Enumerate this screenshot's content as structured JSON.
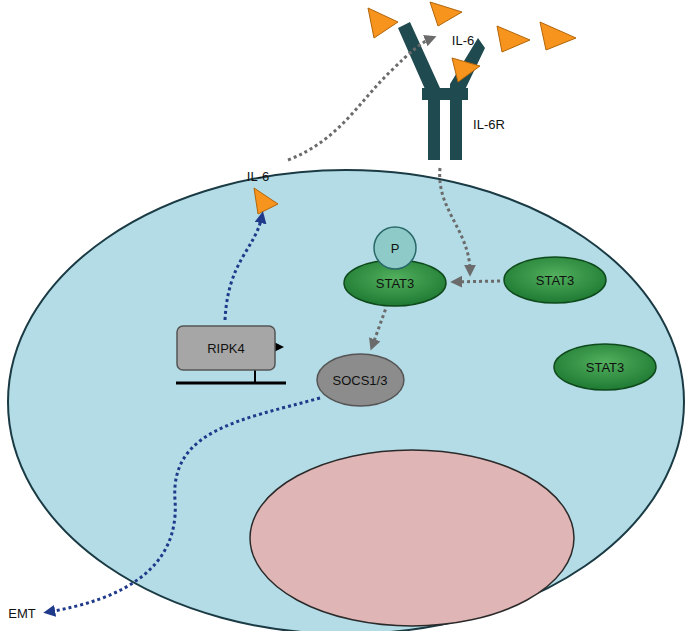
{
  "diagram": {
    "nodes": [
      {
        "text": [
          "P"
        ]
      },
      {
        "text": [
          "STAT3"
        ]
      },
      {
        "text": [
          "STAT3"
        ]
      },
      {
        "text": [
          "RIPK4"
        ]
      },
      {
        "text": [
          "SOCS1/3"
        ]
      },
      {
        "text": [
          "STAT3"
        ]
      }
    ],
    "edges": [
      {
        "from": 2,
        "to": 1,
        "arrow": "to"
      },
      {
        "from": 1,
        "to": 4,
        "arrow": "to"
      }
    ],
    "labels": [
      "IL-6",
      "IL-6R",
      "IL-6",
      "EMT"
    ]
  }
}
